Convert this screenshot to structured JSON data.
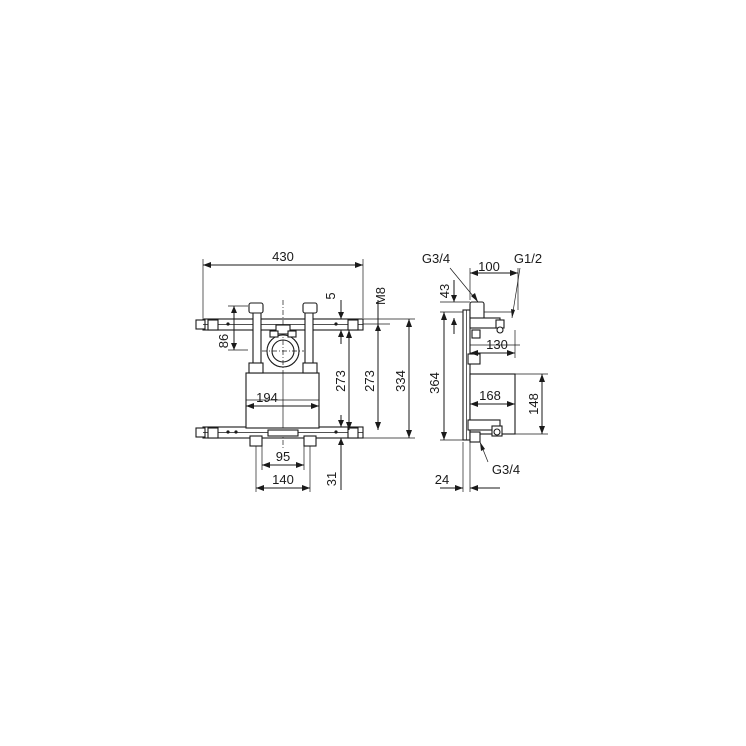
{
  "front_view": {
    "overall_width": "430",
    "top_offset": "5",
    "thread": "M8",
    "bracket_height": "86",
    "box_width": "194",
    "height_273_a": "273",
    "height_273_b": "273",
    "overall_height": "334",
    "outlet_spacing": "95",
    "base_width": "140",
    "bottom_offset": "31"
  },
  "side_view": {
    "inlet_thread_top": "G3/4",
    "depth_top": "100",
    "outlet_thread": "G1/2",
    "top_height": "43",
    "depth_lower": "130",
    "overall_height": "364",
    "body_depth": "168",
    "body_height": "148",
    "inlet_thread_bottom": "G3/4",
    "wall_depth": "24"
  }
}
